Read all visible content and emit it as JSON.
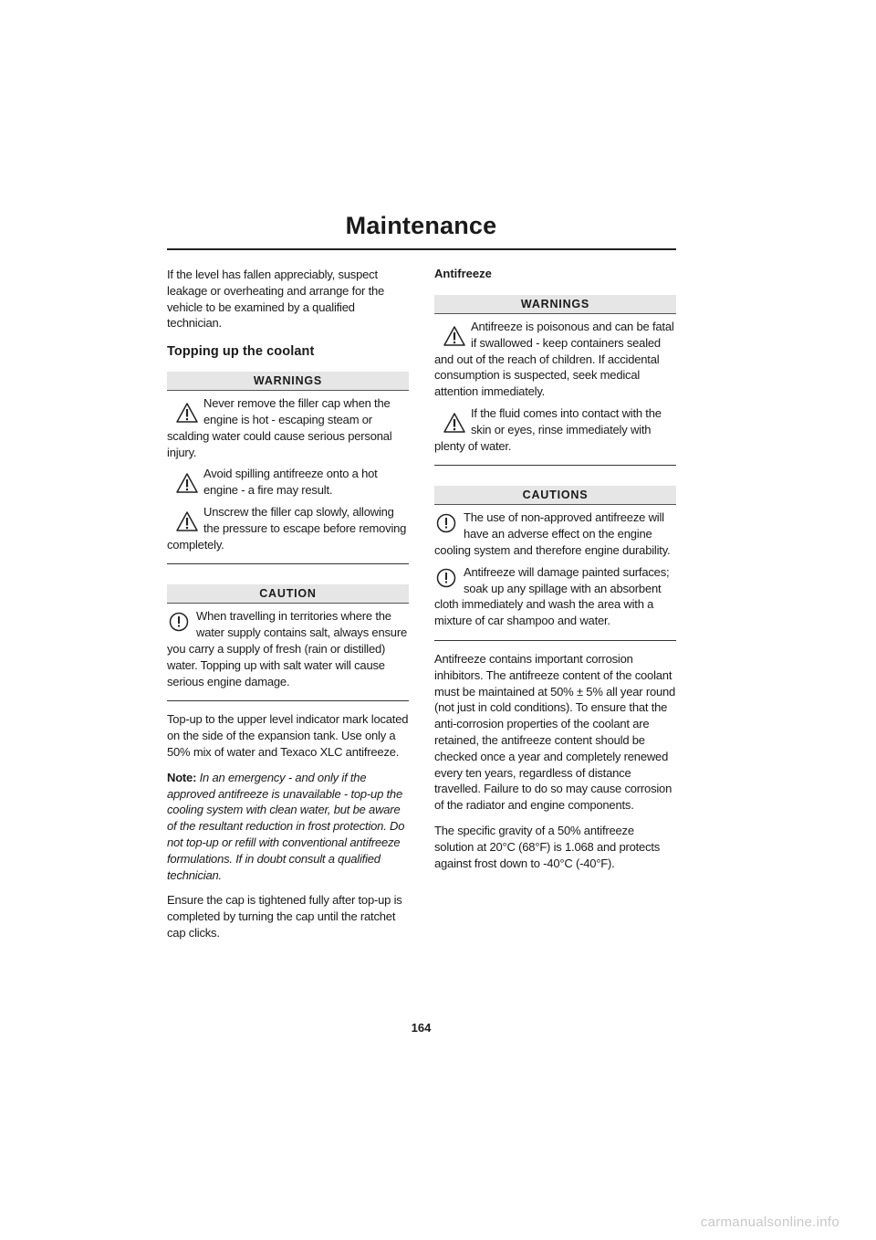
{
  "page": {
    "title": "Maintenance",
    "page_number": "164",
    "watermark": "carmanualsonline.info"
  },
  "left": {
    "intro": "If the level has fallen appreciably, suspect leakage or overheating and arrange for the vehicle to be examined by a qualified technician.",
    "section_title": "Topping up the coolant",
    "warnings": {
      "heading": "WARNINGS",
      "items": [
        "Never remove the filler cap when the engine is hot - escaping steam or scalding water could cause serious personal injury.",
        "Avoid spilling antifreeze onto a hot engine - a fire may result.",
        "Unscrew the filler cap slowly, allowing the pressure to escape before removing completely."
      ]
    },
    "caution": {
      "heading": "CAUTION",
      "items": [
        "When travelling in territories where the water supply contains salt, always ensure you carry a supply of fresh (rain or distilled) water. Topping up with salt water will cause serious engine damage."
      ]
    },
    "para1": "Top-up to the upper level indicator mark located on the side of the expansion tank. Use only a 50% mix of water and Texaco XLC antifreeze.",
    "note_label": "Note:",
    "note_text": "In an emergency - and only if the approved antifreeze is unavailable - top-up the cooling system with clean water, but be aware of the resultant reduction in frost protection. Do not top-up or refill with conventional antifreeze formulations. If in doubt consult a qualified technician.",
    "para2": "Ensure the cap is tightened fully after top-up is completed by turning the cap until the ratchet cap clicks."
  },
  "right": {
    "section_title": "Antifreeze",
    "warnings": {
      "heading": "WARNINGS",
      "items": [
        "Antifreeze is poisonous and can be fatal if swallowed - keep containers sealed and out of the reach of children. If accidental consumption is suspected, seek medical attention immediately.",
        "If the fluid comes into contact with the skin or eyes, rinse immediately with plenty of water."
      ]
    },
    "cautions": {
      "heading": "CAUTIONS",
      "items": [
        "The use of non-approved antifreeze will have an adverse effect on the engine cooling system and therefore engine durability.",
        "Antifreeze will damage painted surfaces; soak up any spillage with an absorbent cloth immediately and wash the area with a mixture of car shampoo and water."
      ]
    },
    "para1": "Antifreeze contains important corrosion inhibitors. The antifreeze content of the coolant must be maintained at 50% ± 5% all year round (not just in cold conditions). To ensure that the anti-corrosion properties of the coolant are retained, the antifreeze content should be checked once a year and completely renewed every ten years, regardless of distance travelled. Failure to do so may cause corrosion of the radiator and engine components.",
    "para2": "The specific gravity of a 50% antifreeze solution at 20°C (68°F) is 1.068 and protects against frost down to -40°C (-40°F)."
  },
  "icons": {
    "warning": "warning-triangle-icon",
    "caution": "caution-circle-icon"
  }
}
